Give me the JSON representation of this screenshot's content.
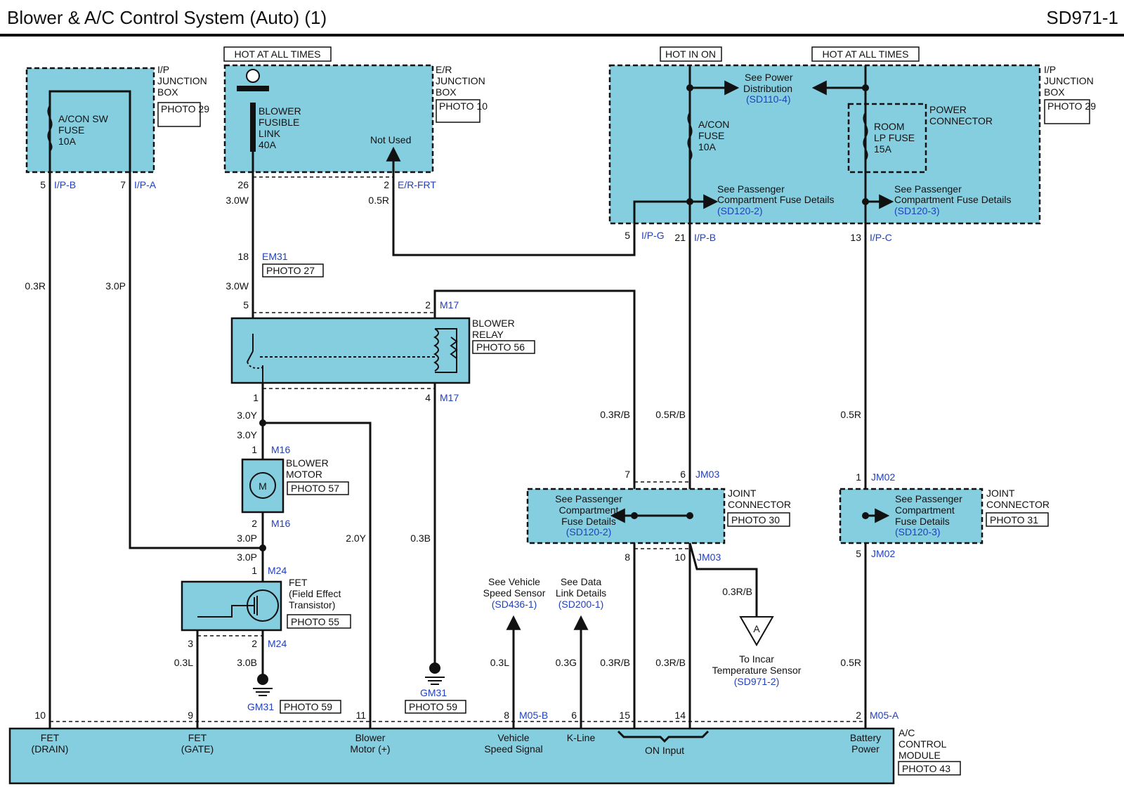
{
  "header": {
    "title": "Blower & A/C Control System (Auto) (1)",
    "code": "SD971-1"
  },
  "photo": {
    "p29": "PHOTO 29",
    "p10": "PHOTO 10",
    "p27": "PHOTO 27",
    "p56": "PHOTO 56",
    "p57": "PHOTO 57",
    "p55": "PHOTO 55",
    "p59": "PHOTO 59",
    "p30": "PHOTO 30",
    "p31": "PHOTO 31",
    "p43": "PHOTO 43"
  },
  "labels": {
    "hot_at_all_times": "HOT AT ALL TIMES",
    "hot_in_on": "HOT IN ON",
    "ip": "I/P",
    "junction": "JUNCTION",
    "box": "BOX",
    "er": "E/R",
    "acon_sw_fuse": [
      "A/CON SW",
      "FUSE",
      "10A"
    ],
    "blower_fusible_link": [
      "BLOWER",
      "FUSIBLE",
      "LINK",
      "40A"
    ],
    "not_used": "Not Used",
    "see_power_distribution": [
      "See Power",
      "Distribution"
    ],
    "sd110_4": "(SD110-4)",
    "acon_fuse": [
      "A/CON",
      "FUSE",
      "10A"
    ],
    "room_lp_fuse": [
      "ROOM",
      "LP FUSE",
      "15A"
    ],
    "power_connector": [
      "POWER",
      "CONNECTOR"
    ],
    "see_passenger": [
      "See Passenger",
      "Compartment Fuse Details"
    ],
    "see_passenger_3": [
      "See Passenger",
      "Compartment",
      "Fuse Details"
    ],
    "sd120_2": "(SD120-2)",
    "sd120_3": "(SD120-3)",
    "blower_relay": [
      "BLOWER",
      "RELAY"
    ],
    "blower_motor": [
      "BLOWER",
      "MOTOR"
    ],
    "motor_m": "M",
    "fet": [
      "FET",
      "(Field Effect",
      "Transistor)"
    ],
    "joint_connector": [
      "JOINT",
      "CONNECTOR"
    ],
    "see_vss": [
      "See Vehicle",
      "Speed Sensor"
    ],
    "sd436_1": "(SD436-1)",
    "see_dl": [
      "See Data",
      "Link Details"
    ],
    "sd200_1": "(SD200-1)",
    "to_incar": [
      "To Incar",
      "Temperature Sensor"
    ],
    "sd971_2": "(SD971-2)",
    "conn_a": "A",
    "gm31": "GM31",
    "acm": [
      "A/C",
      "CONTROL",
      "MODULE"
    ],
    "fet_drain": [
      "FET",
      "(DRAIN)"
    ],
    "fet_gate": [
      "FET",
      "(GATE)"
    ],
    "blower_motor_plus": [
      "Blower",
      "Motor (+)"
    ],
    "vss": [
      "Vehicle",
      "Speed Signal"
    ],
    "kline": "K-Line",
    "on_input": "ON Input",
    "battery_power": [
      "Battery",
      "Power"
    ]
  },
  "connectors": {
    "ipb": "I/P-B",
    "ipa": "I/P-A",
    "erfrt": "E/R-FRT",
    "ipg": "I/P-G",
    "ipc": "I/P-C",
    "em31": "EM31",
    "m17": "M17",
    "m16": "M16",
    "m24": "M24",
    "jm03": "JM03",
    "jm02": "JM02",
    "m05b": "M05-B",
    "m05a": "M05-A"
  },
  "pins": {
    "p5a": "5",
    "p7a": "7",
    "p26": "26",
    "p2er": "2",
    "p5g": "5",
    "p21": "21",
    "p13": "13",
    "p18": "18",
    "p5r": "5",
    "p2r": "2",
    "p1r": "1",
    "p4r": "4",
    "p1m": "1",
    "p2m": "2",
    "p1f": "1",
    "p2f": "2",
    "p3f": "3",
    "j7": "7",
    "j6": "6",
    "j8": "8",
    "j10": "10",
    "k1": "1",
    "k5": "5",
    "c10": "10",
    "c9": "9",
    "c11": "11",
    "c8": "8",
    "c6": "6",
    "c15": "15",
    "c14": "14",
    "c2": "2"
  },
  "wires": {
    "w03R": "0.3R",
    "w30P": "3.0P",
    "w30W_a": "3.0W",
    "w05R_er": "0.5R",
    "w30W_b": "3.0W",
    "w30Y_a": "3.0Y",
    "w30Y_b": "3.0Y",
    "w30P_a": "3.0P",
    "w30P_b": "3.0P",
    "w20Y": "2.0Y",
    "w03B": "0.3B",
    "w03RB_a": "0.3R/B",
    "w05RB": "0.5R/B",
    "w05R_c": "0.5R",
    "w03L_f": "0.3L",
    "w30B": "3.0B",
    "w03L": "0.3L",
    "w03G": "0.3G",
    "w03RB_b": "0.3R/B",
    "w03RB_c": "0.3R/B",
    "w03RB_d": "0.3R/B",
    "w05R_d": "0.5R"
  }
}
